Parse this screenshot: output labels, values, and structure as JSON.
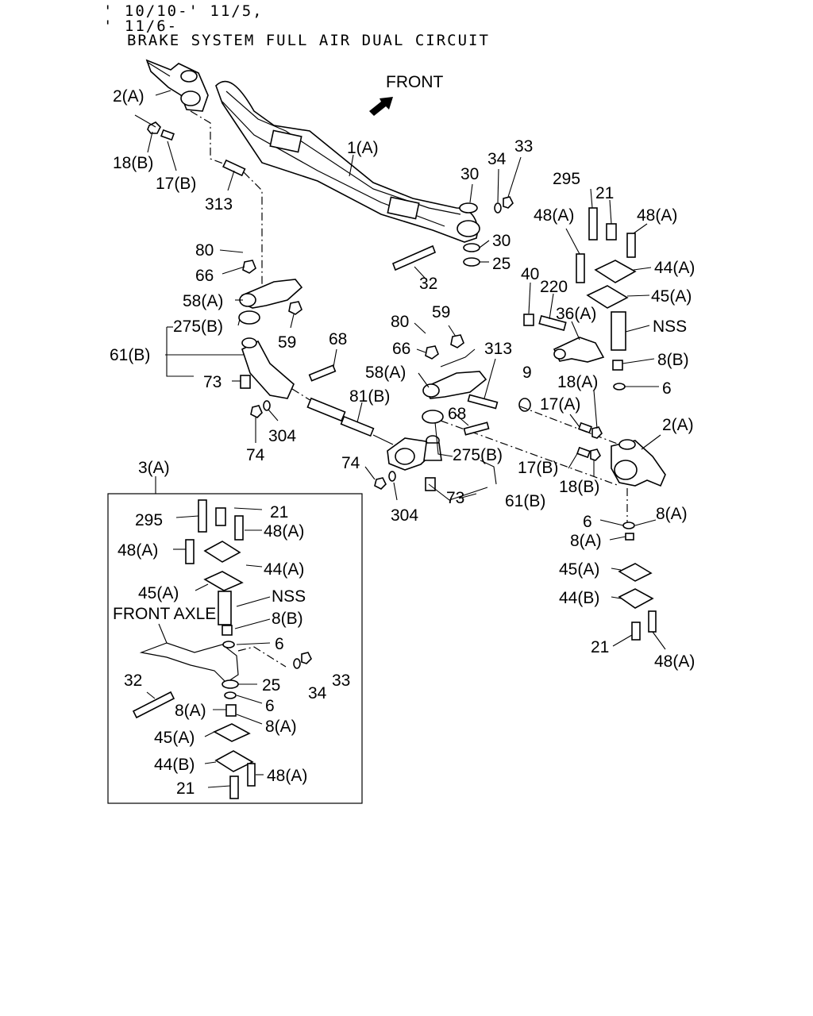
{
  "header": {
    "line1": "' 10/10-' 11/5,",
    "line2": "' 11/6-",
    "title": "BRAKE SYSTEM FULL AIR DUAL CIRCUIT"
  },
  "front_label": "FRONT",
  "labels": {
    "l_2a_top": "2(A)",
    "l_18b_top": "18(B)",
    "l_17b_top": "17(B)",
    "l_313_left": "313",
    "l_1a": "1(A)",
    "l_30_top": "30",
    "l_34_top": "34",
    "l_33_top": "33",
    "l_30_mid": "30",
    "l_25_mid": "25",
    "l_32_mid": "32",
    "l_295_r": "295",
    "l_21_r": "21",
    "l_48a_r1": "48(A)",
    "l_48a_r2": "48(A)",
    "l_44a_r": "44(A)",
    "l_45a_r": "45(A)",
    "l_40": "40",
    "l_220": "220",
    "l_36a": "36(A)",
    "l_nss_r": "NSS",
    "l_8b_r": "8(B)",
    "l_6_r1": "6",
    "l_9": "9",
    "l_18a_r": "18(A)",
    "l_17a_r": "17(A)",
    "l_2a_r": "2(A)",
    "l_17b_r": "17(B)",
    "l_18b_r": "18(B)",
    "l_6_r2": "6",
    "l_8a_r1": "8(A)",
    "l_8a_r2": "8(A)",
    "l_45a_r2": "45(A)",
    "l_44b_r": "44(B)",
    "l_21_r2": "21",
    "l_48a_r3": "48(A)",
    "l_80_l": "80",
    "l_66_l": "66",
    "l_58a_l": "58(A)",
    "l_275b_l": "275(B)",
    "l_59_l": "59",
    "l_61b_l": "61(B)",
    "l_68_l": "68",
    "l_73_l": "73",
    "l_74_l": "74",
    "l_304_l": "304",
    "l_80_c": "80",
    "l_59_c": "59",
    "l_66_c": "66",
    "l_313_c": "313",
    "l_58a_c": "58(A)",
    "l_81b": "81(B)",
    "l_68_c": "68",
    "l_275b_c": "275(B)",
    "l_74_c": "74",
    "l_304_c": "304",
    "l_73_c": "73",
    "l_61b_c": "61(B)",
    "l_3a": "3(A)",
    "b_295": "295",
    "b_21": "21",
    "b_48a_1": "48(A)",
    "b_48a_2": "48(A)",
    "b_44a": "44(A)",
    "b_45a": "45(A)",
    "b_nss": "NSS",
    "b_front_axle": "FRONT AXLE",
    "b_8b": "8(B)",
    "b_6_1": "6",
    "b_32": "32",
    "b_25": "25",
    "b_34": "34",
    "b_33": "33",
    "b_6_2": "6",
    "b_8a_1": "8(A)",
    "b_8a_2": "8(A)",
    "b_45a_2": "45(A)",
    "b_44b": "44(B)",
    "b_48a_3": "48(A)",
    "b_21_2": "21"
  }
}
